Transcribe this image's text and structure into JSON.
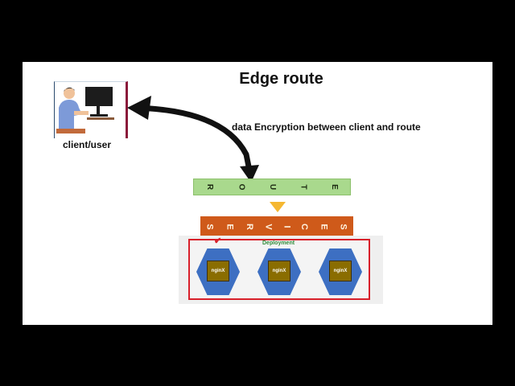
{
  "title": "Edge route",
  "client": {
    "label": "client/user",
    "icon": "person-at-computer-icon"
  },
  "arrow_label": "data Encryption between client and route",
  "route": {
    "letters": [
      "R",
      "O",
      "U",
      "T",
      "E"
    ],
    "color": "#a9d98d"
  },
  "services": {
    "letters": [
      "S",
      "E",
      "R",
      "V",
      "I",
      "C",
      "E",
      "S"
    ],
    "color": "#cf5a1a"
  },
  "deployment": {
    "label": "Deployment",
    "pods": [
      "nginX",
      "nginX",
      "nginX"
    ],
    "border_color": "#d8202a",
    "hex_color": "#3d6fc2"
  }
}
